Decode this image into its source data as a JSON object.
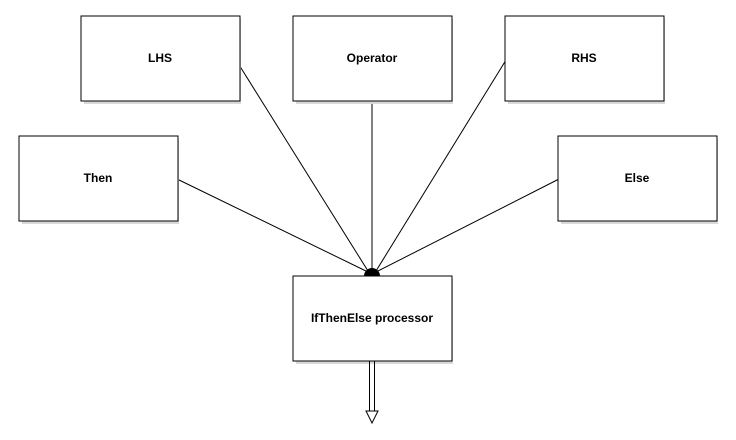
{
  "nodes": {
    "lhs": {
      "label": "LHS"
    },
    "operator": {
      "label": "Operator"
    },
    "rhs": {
      "label": "RHS"
    },
    "then": {
      "label": "Then"
    },
    "else": {
      "label": "Else"
    },
    "processor": {
      "label": "IfThenElse processor"
    }
  },
  "edges": [
    {
      "from": "lhs",
      "to": "processor"
    },
    {
      "from": "operator",
      "to": "processor"
    },
    {
      "from": "rhs",
      "to": "processor"
    },
    {
      "from": "then",
      "to": "processor"
    },
    {
      "from": "else",
      "to": "processor"
    }
  ],
  "output_arrow": {
    "from": "processor",
    "style": "hollow-double-line"
  }
}
